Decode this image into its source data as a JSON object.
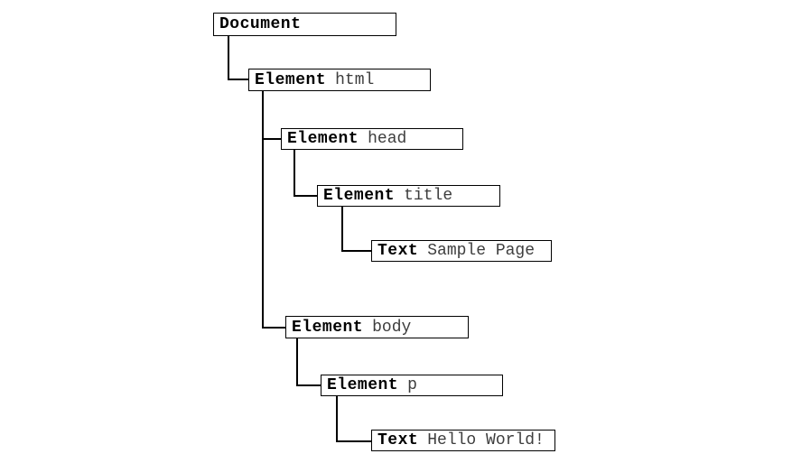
{
  "diagram": {
    "kind": "dom-tree",
    "colors": {
      "background": "#ffffff",
      "box_border": "#000000",
      "connector": "#000000",
      "type_label": "#000000",
      "value_label": "#3d3d3d"
    },
    "nodes": [
      {
        "id": "document",
        "type": "Document",
        "value": ""
      },
      {
        "id": "html",
        "type": "Element",
        "value": "html"
      },
      {
        "id": "head",
        "type": "Element",
        "value": "head"
      },
      {
        "id": "title",
        "type": "Element",
        "value": "title"
      },
      {
        "id": "sample-page",
        "type": "Text",
        "value": "Sample Page"
      },
      {
        "id": "body",
        "type": "Element",
        "value": "body"
      },
      {
        "id": "p",
        "type": "Element",
        "value": "p"
      },
      {
        "id": "hello-world",
        "type": "Text",
        "value": "Hello World!"
      }
    ],
    "edges": [
      {
        "from": "document",
        "to": "html"
      },
      {
        "from": "html",
        "to": "head"
      },
      {
        "from": "head",
        "to": "title"
      },
      {
        "from": "title",
        "to": "sample-page"
      },
      {
        "from": "html",
        "to": "body"
      },
      {
        "from": "body",
        "to": "p"
      },
      {
        "from": "p",
        "to": "hello-world"
      }
    ]
  }
}
